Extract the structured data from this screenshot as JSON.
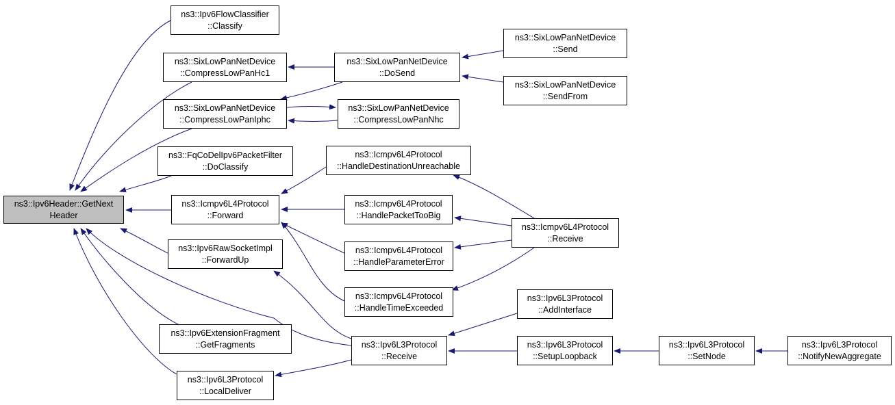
{
  "colors": {
    "edge": "#191970",
    "root_fill": "#bfbfbf",
    "node_fill": "#ffffff",
    "border": "#000000"
  },
  "nodes": {
    "root": [
      "ns3::Ipv6Header::GetNext",
      "Header"
    ],
    "flowclassifier": [
      "ns3::Ipv6FlowClassifier",
      "::Classify"
    ],
    "compresshc1": [
      "ns3::SixLowPanNetDevice",
      "::CompressLowPanHc1"
    ],
    "compressiphc": [
      "ns3::SixLowPanNetDevice",
      "::CompressLowPanIphc"
    ],
    "fqcodel": [
      "ns3::FqCoDelIpv6PacketFilter",
      "::DoClassify"
    ],
    "icmpforward": [
      "ns3::Icmpv6L4Protocol",
      "::Forward"
    ],
    "rawforwardup": [
      "ns3::Ipv6RawSocketImpl",
      "::ForwardUp"
    ],
    "getfragments": [
      "ns3::Ipv6ExtensionFragment",
      "::GetFragments"
    ],
    "localdeliver": [
      "ns3::Ipv6L3Protocol",
      "::LocalDeliver"
    ],
    "dosend": [
      "ns3::SixLowPanNetDevice",
      "::DoSend"
    ],
    "compressnhc": [
      "ns3::SixLowPanNetDevice",
      "::CompressLowPanNhc"
    ],
    "destunreach": [
      "ns3::Icmpv6L4Protocol",
      "::HandleDestinationUnreachable"
    ],
    "pkttoobig": [
      "ns3::Icmpv6L4Protocol",
      "::HandlePacketTooBig"
    ],
    "paramerror": [
      "ns3::Icmpv6L4Protocol",
      "::HandleParameterError"
    ],
    "timeexceeded": [
      "ns3::Icmpv6L4Protocol",
      "::HandleTimeExceeded"
    ],
    "l3receive": [
      "ns3::Ipv6L3Protocol",
      "::Receive"
    ],
    "send": [
      "ns3::SixLowPanNetDevice",
      "::Send"
    ],
    "sendfrom": [
      "ns3::SixLowPanNetDevice",
      "::SendFrom"
    ],
    "icmpreceive": [
      "ns3::Icmpv6L4Protocol",
      "::Receive"
    ],
    "addinterface": [
      "ns3::Ipv6L3Protocol",
      "::AddInterface"
    ],
    "setuploopback": [
      "ns3::Ipv6L3Protocol",
      "::SetupLoopback"
    ],
    "setnode": [
      "ns3::Ipv6L3Protocol",
      "::SetNode"
    ],
    "notifynewaggregate": [
      "ns3::Ipv6L3Protocol",
      "::NotifyNewAggregate"
    ]
  }
}
